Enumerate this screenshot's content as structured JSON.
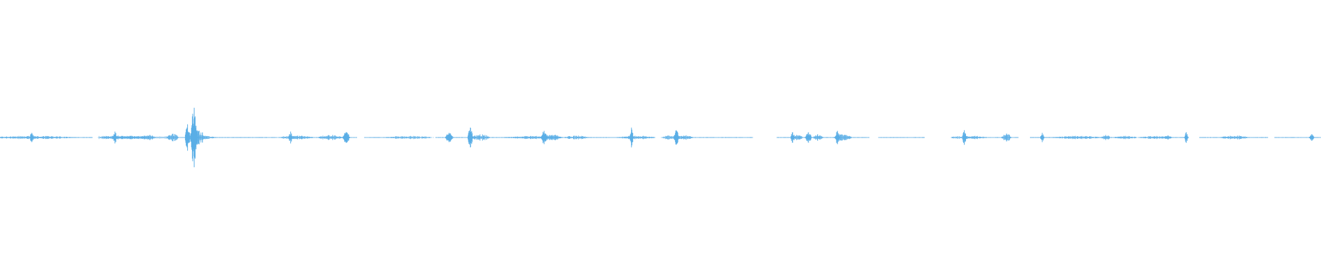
{
  "chart_data": {
    "type": "line",
    "title": "",
    "xlabel": "",
    "ylabel": "",
    "grid": false,
    "legend": "none",
    "color": "#5aaee6",
    "baseline_color": "#7bbce9",
    "x_range": [
      0,
      1
    ],
    "y_range": [
      -1,
      1
    ],
    "segments": [
      [
        0.0,
        0.07,
        0.02
      ],
      [
        0.075,
        0.134,
        0.05
      ],
      [
        0.136,
        0.142,
        0.02
      ],
      [
        0.148,
        0.152,
        0.02
      ],
      [
        0.16,
        0.21,
        0.02
      ],
      [
        0.22,
        0.27,
        0.02
      ],
      [
        0.276,
        0.3,
        0.02
      ],
      [
        0.33,
        0.432,
        0.02
      ],
      [
        0.436,
        0.496,
        0.02
      ],
      [
        0.52,
        0.57,
        0.02
      ],
      [
        0.588,
        0.658,
        0.02
      ],
      [
        0.665,
        0.7,
        0.02
      ],
      [
        0.73,
        0.771,
        0.02
      ],
      [
        0.78,
        0.86,
        0.02
      ],
      [
        0.87,
        0.9,
        0.02
      ],
      [
        0.908,
        0.96,
        0.02
      ],
      [
        0.965,
        1.0,
        0.02
      ]
    ],
    "series": [
      {
        "values": [
          [
            0.024,
            0.14,
            0.003
          ],
          [
            0.025,
            0.05,
            0.07
          ],
          [
            0.087,
            0.18,
            0.003
          ],
          [
            0.09,
            0.06,
            0.035
          ],
          [
            0.098,
            0.05,
            0.03
          ],
          [
            0.112,
            0.09,
            0.012
          ],
          [
            0.131,
            0.12,
            0.01
          ],
          [
            0.142,
            0.4,
            0.004
          ],
          [
            0.147,
            0.9,
            0.006
          ],
          [
            0.15,
            0.25,
            0.012
          ],
          [
            0.154,
            0.05,
            0.02
          ],
          [
            0.22,
            0.18,
            0.003
          ],
          [
            0.224,
            0.06,
            0.03
          ],
          [
            0.25,
            0.08,
            0.02
          ],
          [
            0.262,
            0.16,
            0.006
          ],
          [
            0.31,
            0.05,
            0.04
          ],
          [
            0.34,
            0.14,
            0.006
          ],
          [
            0.356,
            0.3,
            0.004
          ],
          [
            0.364,
            0.1,
            0.015
          ],
          [
            0.405,
            0.05,
            0.05
          ],
          [
            0.412,
            0.2,
            0.005
          ],
          [
            0.418,
            0.1,
            0.015
          ],
          [
            0.436,
            0.06,
            0.02
          ],
          [
            0.478,
            0.3,
            0.003
          ],
          [
            0.482,
            0.06,
            0.03
          ],
          [
            0.51,
            0.08,
            0.02
          ],
          [
            0.512,
            0.22,
            0.004
          ],
          [
            0.52,
            0.08,
            0.01
          ],
          [
            0.6,
            0.16,
            0.003
          ],
          [
            0.603,
            0.1,
            0.01
          ],
          [
            0.612,
            0.16,
            0.005
          ],
          [
            0.619,
            0.1,
            0.008
          ],
          [
            0.634,
            0.2,
            0.004
          ],
          [
            0.638,
            0.1,
            0.015
          ],
          [
            0.73,
            0.22,
            0.003
          ],
          [
            0.733,
            0.06,
            0.03
          ],
          [
            0.762,
            0.12,
            0.008
          ],
          [
            0.789,
            0.14,
            0.003
          ],
          [
            0.816,
            0.05,
            0.04
          ],
          [
            0.837,
            0.08,
            0.008
          ],
          [
            0.852,
            0.05,
            0.02
          ],
          [
            0.875,
            0.05,
            0.03
          ],
          [
            0.884,
            0.06,
            0.008
          ],
          [
            0.898,
            0.16,
            0.003
          ],
          [
            0.935,
            0.06,
            0.025
          ],
          [
            0.993,
            0.1,
            0.004
          ]
        ]
      }
    ]
  }
}
